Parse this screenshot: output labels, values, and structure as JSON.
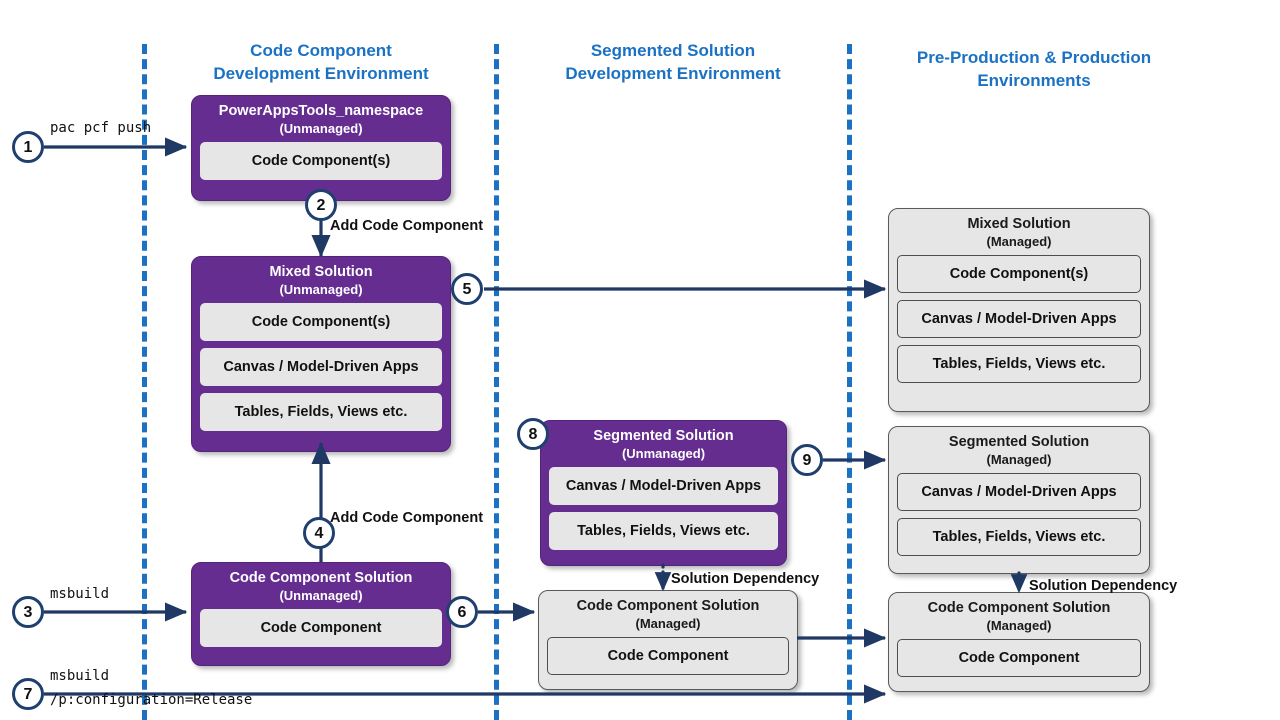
{
  "diagram": {
    "title": "Power Apps code component ALM flow",
    "accent_blue": "#1B72C4",
    "purple": "#662D91",
    "grey": "#E6E6E6",
    "circle_border": "#1F3F6E",
    "arrow_color": "#1F3864"
  },
  "environments": [
    {
      "id": "code-component-dev",
      "line1": "Code Component",
      "line2": "Development Environment"
    },
    {
      "id": "segmented-solution-dev",
      "line1": "Segmented Solution",
      "line2": "Development Environment"
    },
    {
      "id": "pre-prod-prod",
      "line1": "Pre-Production & Production",
      "line2": "Environments"
    }
  ],
  "boxes": [
    {
      "id": "powerappstools-namespace",
      "style": "purple",
      "title": "PowerAppsTools_namespace",
      "subtitle": "(Unmanaged)",
      "items": [
        "Code Component(s)"
      ]
    },
    {
      "id": "mixed-solution-unmanaged",
      "style": "purple",
      "title": "Mixed Solution",
      "subtitle": "(Unmanaged)",
      "items": [
        "Code Component(s)",
        "Canvas / Model-Driven Apps",
        "Tables, Fields, Views etc."
      ]
    },
    {
      "id": "code-component-solution-unmanaged",
      "style": "purple",
      "title": "Code Component Solution",
      "subtitle": "(Unmanaged)",
      "items": [
        "Code Component"
      ]
    },
    {
      "id": "segmented-solution-unmanaged",
      "style": "purple",
      "title": "Segmented Solution",
      "subtitle": "(Unmanaged)",
      "items": [
        "Canvas / Model-Driven Apps",
        "Tables, Fields, Views etc."
      ]
    },
    {
      "id": "code-component-solution-managed-dev",
      "style": "grey",
      "title": "Code Component Solution",
      "subtitle": "(Managed)",
      "items": [
        "Code Component"
      ]
    },
    {
      "id": "mixed-solution-managed",
      "style": "grey",
      "title": "Mixed Solution",
      "subtitle": "(Managed)",
      "items": [
        "Code Component(s)",
        "Canvas / Model-Driven Apps",
        "Tables, Fields, Views etc."
      ]
    },
    {
      "id": "segmented-solution-managed",
      "style": "grey",
      "title": "Segmented Solution",
      "subtitle": "(Managed)",
      "items": [
        "Canvas / Model-Driven Apps",
        "Tables, Fields, Views etc."
      ]
    },
    {
      "id": "code-component-solution-managed-prod",
      "style": "grey",
      "title": "Code Component Solution",
      "subtitle": "(Managed)",
      "items": [
        "Code Component"
      ]
    }
  ],
  "steps": [
    {
      "number": "1"
    },
    {
      "number": "2"
    },
    {
      "number": "3"
    },
    {
      "number": "4"
    },
    {
      "number": "5"
    },
    {
      "number": "6"
    },
    {
      "number": "7"
    },
    {
      "number": "8"
    },
    {
      "number": "9"
    }
  ],
  "labels": {
    "cmd_pac_pcf_push": "pac pcf push",
    "cmd_msbuild": "msbuild",
    "cmd_msbuild_release_line1": "msbuild",
    "cmd_msbuild_release_line2": "/p:configuration=Release",
    "add_code_component_top": "Add Code Component",
    "add_code_component_bottom": "Add Code Component",
    "solution_dependency_mid": "Solution Dependency",
    "solution_dependency_right": "Solution Dependency"
  }
}
